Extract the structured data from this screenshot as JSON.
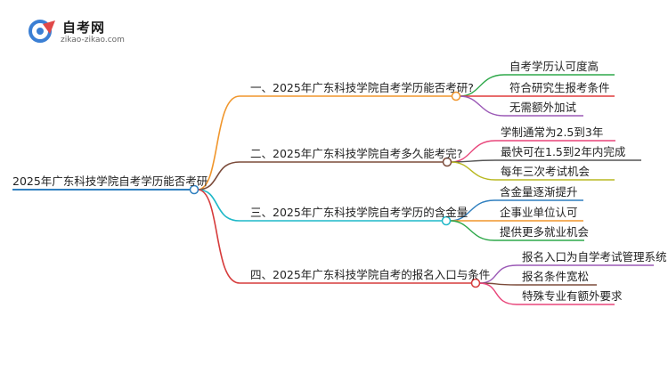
{
  "logo": {
    "name": "自考网",
    "domain": "zikao-zikao.com"
  },
  "root": {
    "label": "2025年广东科技学院自考学历能否考研",
    "color": "#2f7fbf"
  },
  "branches": [
    {
      "label": "一、2025年广东科技学院自考学历能否考研?",
      "color": "#f0962c",
      "leaves": [
        {
          "label": "自考学历认可度高",
          "color": "#2ea84a"
        },
        {
          "label": "符合研究生报考条件",
          "color": "#e03c3c"
        },
        {
          "label": "无需额外加试",
          "color": "#9b59b6"
        }
      ]
    },
    {
      "label": "二、2025年广东科技学院自考多久能考完?",
      "color": "#7b4b3a",
      "leaves": [
        {
          "label": "学制通常为2.5到3年",
          "color": "#e8457a"
        },
        {
          "label": "最快可在1.5到2年内完成",
          "color": "#555555"
        },
        {
          "label": "每年三次考试机会",
          "color": "#b8b820"
        }
      ]
    },
    {
      "label": "三、2025年广东科技学院自考学历的含金量",
      "color": "#1fb8c8",
      "leaves": [
        {
          "label": "含金量逐渐提升",
          "color": "#2f7fbf"
        },
        {
          "label": "企事业单位认可",
          "color": "#f0962c"
        },
        {
          "label": "提供更多就业机会",
          "color": "#2ea84a"
        }
      ]
    },
    {
      "label": "四、2025年广东科技学院自考的报名入口与条件",
      "color": "#d63b3b",
      "leaves": [
        {
          "label": "报名入口为自学考试管理系统",
          "color": "#9b59b6"
        },
        {
          "label": "报名条件宽松",
          "color": "#7b4b3a"
        },
        {
          "label": "特殊专业有额外要求",
          "color": "#e8457a"
        }
      ]
    }
  ]
}
